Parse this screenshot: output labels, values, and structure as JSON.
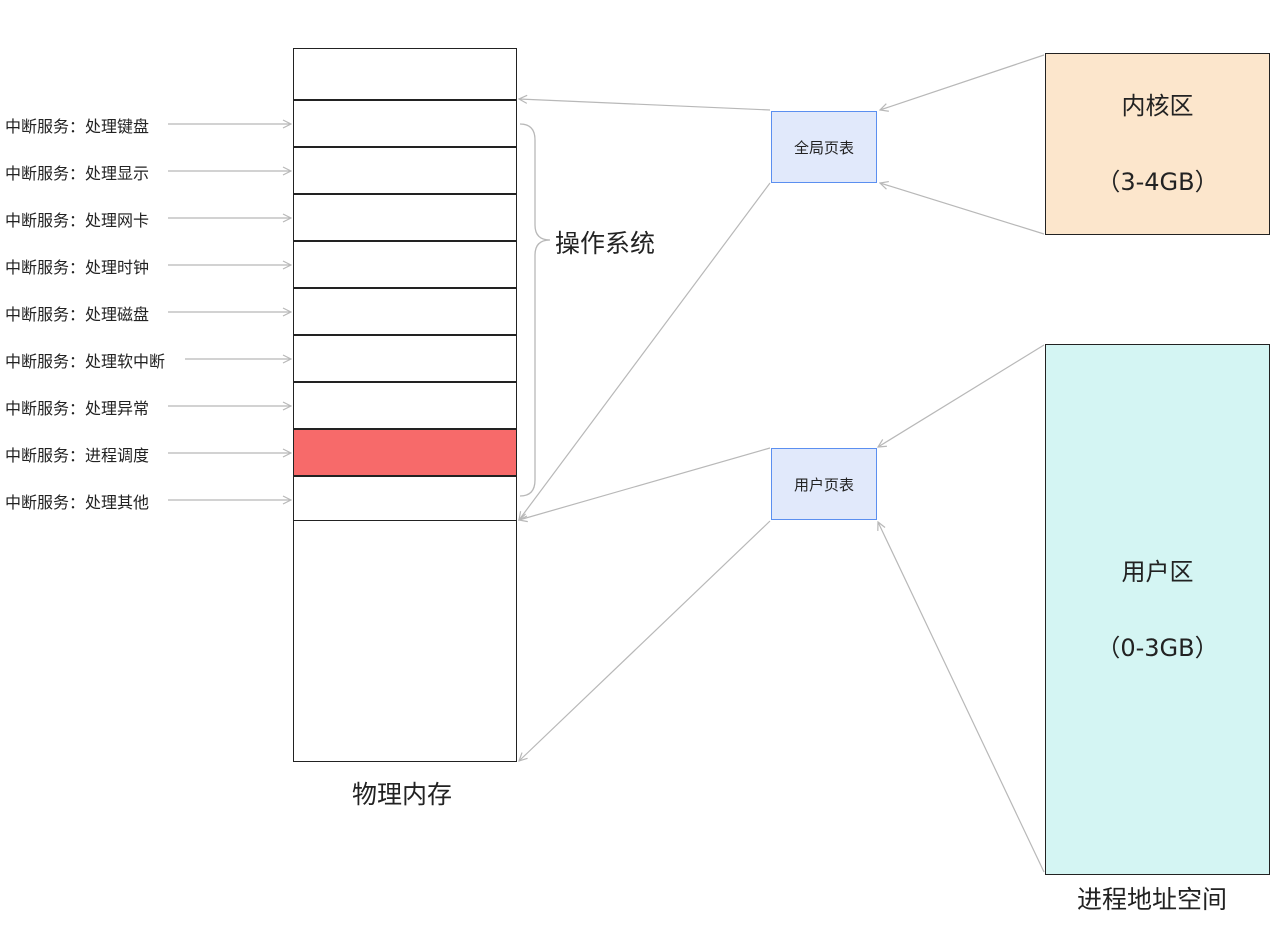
{
  "interrupts": [
    "中断服务：处理键盘",
    "中断服务：处理显示",
    "中断服务：处理网卡",
    "中断服务：处理时钟",
    "中断服务：处理磁盘",
    "中断服务：处理软中断",
    "中断服务：处理异常",
    "中断服务：进程调度",
    "中断服务：处理其他"
  ],
  "highlighted_slot": 7,
  "highlight_color": "#f76a6a",
  "os_label": "操作系统",
  "physical_memory_label": "物理内存",
  "global_page_table": "全局页表",
  "user_page_table": "用户页表",
  "kernel_region": {
    "name": "内核区",
    "range": "（3-4GB）",
    "color": "#fce6cc"
  },
  "user_region": {
    "name": "用户区",
    "range": "（0-3GB）",
    "color": "#d4f5f3"
  },
  "address_space_label": "进程地址空间",
  "page_table_color": "#e1e9fb",
  "arrow_color": "#b8b8b8"
}
